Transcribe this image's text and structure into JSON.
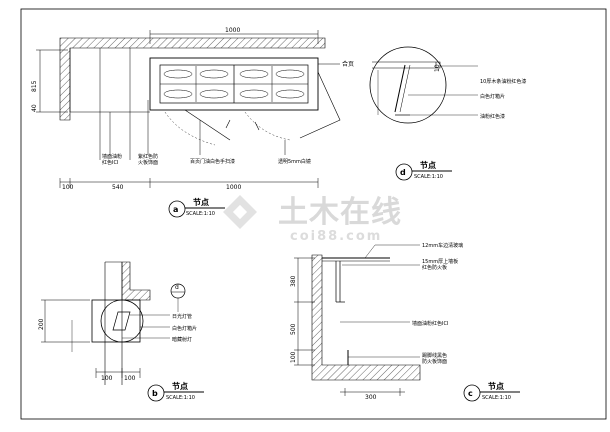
{
  "watermark": {
    "cn": "土木在线",
    "en": "coi88.com"
  },
  "a": {
    "id": "a",
    "title": "节点",
    "scale": "SCALE:1:10",
    "dims": {
      "top": "1000",
      "left_vertical": "815",
      "left_vertical2": "40",
      "bottom_left": "100",
      "bottom_mid": "540",
      "bottom_right": "1000"
    },
    "labels": {
      "hinge": "合页",
      "wall": "墙面油粉\n红色ICI",
      "fire": "紫红色防\n火板饰面",
      "louver": "百页门油白色手扫漆",
      "glass": "透明5mm白镜"
    }
  },
  "b": {
    "id": "b",
    "title": "节点",
    "scale": "SCALE:1:10",
    "marker": "d",
    "dims": {
      "left": "200",
      "bottom_left": "100",
      "bottom_right": "100"
    },
    "labels": {
      "tube": "日光灯管",
      "panel": "白色灯箱片",
      "spot": "暗藏射灯"
    }
  },
  "c": {
    "id": "c",
    "title": "节点",
    "scale": "SCALE:1:10",
    "dims": {
      "v1": "380",
      "v2": "500",
      "v3": "100",
      "bottom": "300"
    },
    "labels": {
      "glass": "12mm车边清玻璃",
      "board": "15mm厚上墙板\n红色防火板",
      "wall": "墙面油粉红色ICI",
      "base": "踢脚线黑色\n防火板饰面"
    }
  },
  "d": {
    "id": "d",
    "title": "节点",
    "scale": "SCALE:1:10",
    "dim": "10",
    "labels": {
      "strip": "10厚木条油粉红色漆",
      "panel": "白色灯箱片",
      "paint": "油粉红色漆"
    }
  }
}
